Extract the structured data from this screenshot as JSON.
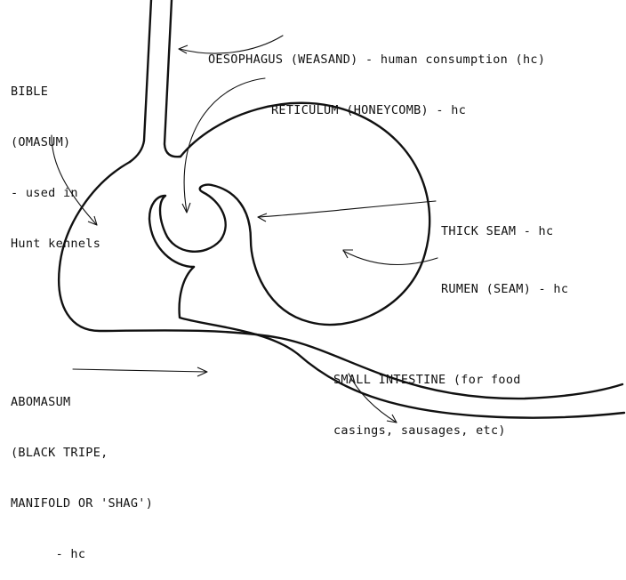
{
  "labels": {
    "oesophagus": "OESOPHAGUS (WEASAND) - human consumption (hc)",
    "reticulum": "RETICULUM (HONEYCOMB) - hc",
    "bible": [
      "BIBLE",
      "(OMASUM)",
      "- used in",
      "Hunt kennels"
    ],
    "thick_seam": "THICK SEAM - hc",
    "rumen": "RUMEN (SEAM) - hc",
    "small_intestine": [
      "SMALL INTESTINE (for food",
      "casings, sausages, etc)"
    ],
    "abomasum": [
      "ABOMASUM",
      "(BLACK TRIPE,",
      "MANIFOLD OR 'SHAG')",
      "      - hc"
    ]
  }
}
